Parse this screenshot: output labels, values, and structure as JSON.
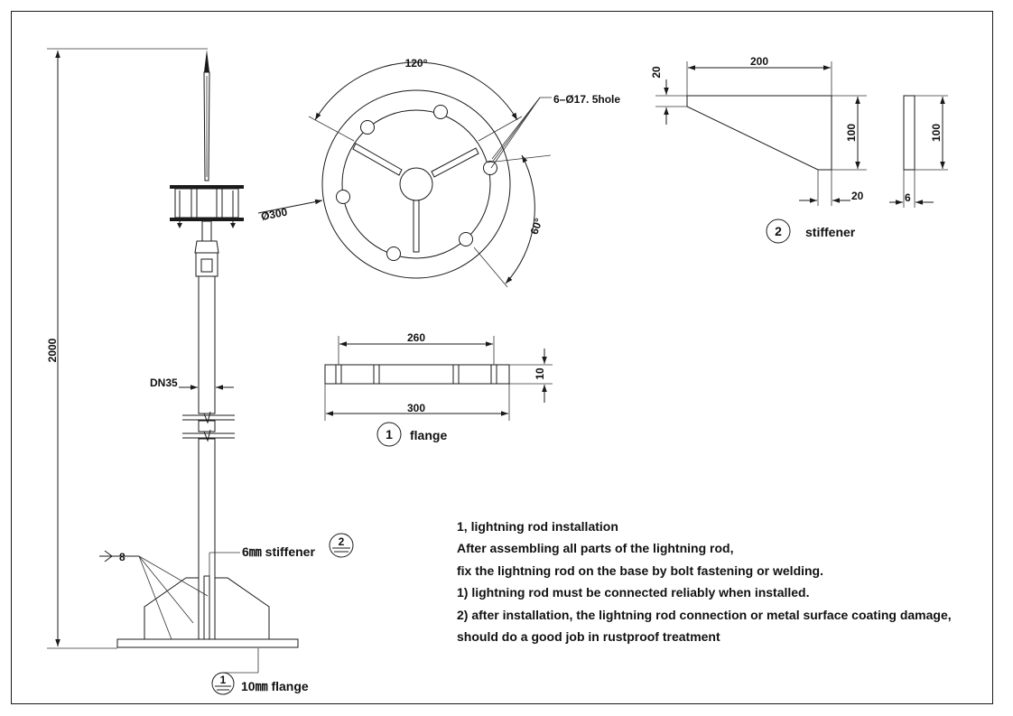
{
  "main_elevation": {
    "height_dim": "2000",
    "pipe_label": "DN35",
    "weld_mark": "8",
    "stiffener_callout": "6㎜ stiffener",
    "stiffener_ref": "2",
    "flange_ref": "1",
    "flange_callout": "10㎜ flange"
  },
  "flange_plan": {
    "angle_top": "120°",
    "angle_side": "60°",
    "hole_spec": "6–Ø17. 5hole",
    "diameter": "Ø300"
  },
  "flange_section": {
    "inner_span": "260",
    "thickness": "10",
    "outer_span": "300",
    "ref_number": "1",
    "caption": "flange"
  },
  "stiffener_detail": {
    "top_height": "20",
    "width": "200",
    "height": "100",
    "bottom_width": "20",
    "side_height": "100",
    "thickness": "6",
    "ref_number": "2",
    "caption": "stiffener"
  },
  "notes": [
    "1, lightning rod installation",
    "After assembling all parts of the lightning rod,",
    "fix the lightning rod on the base by bolt fastening or welding.",
    "1) lightning rod must be connected reliably when installed.",
    "2) after installation, the lightning rod connection or metal surface coating damage,",
    "should do a good job in rustproof treatment"
  ]
}
